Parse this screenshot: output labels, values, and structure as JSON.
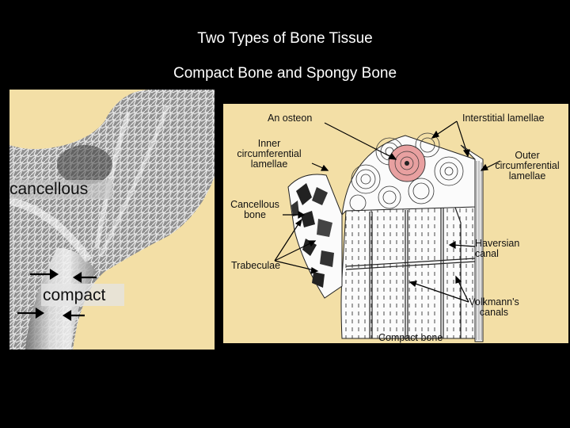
{
  "slide": {
    "title": "Two Types of Bone Tissue",
    "subtitle": "Compact Bone and Spongy Bone",
    "colors": {
      "background": "#000000",
      "panel": "#f3dfa6",
      "osteon_highlight": "#e8a0a0"
    }
  },
  "left_panel": {
    "labels": {
      "cancellous": "cancellous",
      "compact": "compact"
    }
  },
  "right_panel": {
    "labels": {
      "an_osteon": "An osteon",
      "inner_circumferential_lamellae": "Inner\ncircumferential\nlamellae",
      "cancellous_bone": "Cancellous\nbone",
      "trabeculae": "Trabeculae",
      "interstitial_lamellae": "Interstitial lamellae",
      "outer_circumferential_lamellae": "Outer\ncircumferential\nlamellae",
      "haversian_canal": "Haversian\ncanal",
      "volkmanns_canals": "Volkmann's\ncanals",
      "compact_bone": "Compact bone"
    }
  }
}
